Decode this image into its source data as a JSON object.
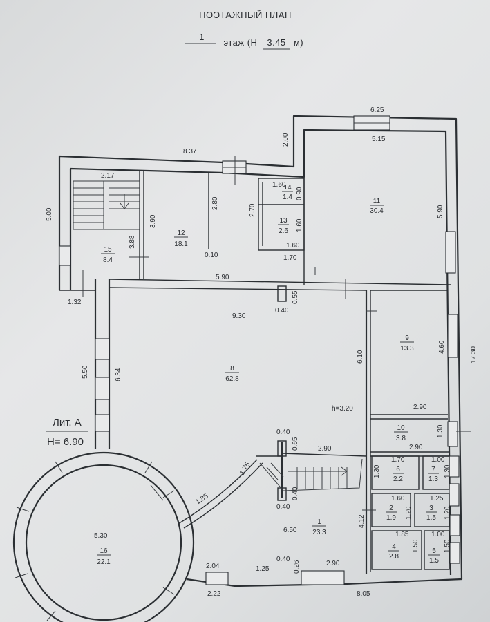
{
  "header": {
    "title": "ПОЭТАЖНЫЙ ПЛАН",
    "floor_number": "1",
    "floor_label": "этаж (Н",
    "height_value": "3.45",
    "height_unit": "м)"
  },
  "building": {
    "liter_label": "Лит. А",
    "height_label": "Н= 6.90"
  },
  "rooms": [
    {
      "number": "1",
      "area": "23.3"
    },
    {
      "number": "2",
      "area": "1.9"
    },
    {
      "number": "3",
      "area": "1.5"
    },
    {
      "number": "4",
      "area": "2.8"
    },
    {
      "number": "5",
      "area": "1.5"
    },
    {
      "number": "6",
      "area": "2.2"
    },
    {
      "number": "7",
      "area": "1.3"
    },
    {
      "number": "8",
      "area": "62.8"
    },
    {
      "number": "9",
      "area": "13.3"
    },
    {
      "number": "10",
      "area": "3.8"
    },
    {
      "number": "11",
      "area": "30.4"
    },
    {
      "number": "12",
      "area": "18.1"
    },
    {
      "number": "13",
      "area": "2.6"
    },
    {
      "number": "14",
      "area": "1.4"
    },
    {
      "number": "15",
      "area": "8.4"
    },
    {
      "number": "16",
      "area": "22.1"
    }
  ],
  "dimensions": {
    "d625": "6.25",
    "d515": "5.15",
    "d200": "2.00",
    "d837": "8.37",
    "d217": "2.17",
    "d500": "5.00",
    "d390": "3.90",
    "d388": "3.88",
    "d280": "2.80",
    "d010": "0.10",
    "d270": "2.70",
    "d160a": "1.60",
    "d090": "0.90",
    "d160b": "1.60",
    "d160c": "1.60",
    "d170": "1.70",
    "d590a": "5.90",
    "d590b": "5.90",
    "d132": "1.32",
    "d055": "0.55",
    "d040a": "0.40",
    "d930": "9.30",
    "d610": "6.10",
    "d460": "4.60",
    "d1730": "17.30",
    "d550": "5.50",
    "d634": "6.34",
    "d320": "h=3.20",
    "d290a": "2.90",
    "d130a": "1.30",
    "d290b": "2.90",
    "d040b": "0.40",
    "d065": "0.65",
    "d290c": "2.90",
    "d175": "1.75",
    "d170b": "1.70",
    "d100a": "1.00",
    "d130b": "1.30",
    "d130c": "1.30",
    "d040c": "0.40",
    "d185a": "1.85",
    "d160d": "1.60",
    "d125": "1.25",
    "d120a": "1.20",
    "d120b": "1.20",
    "d412": "4.12",
    "d185b": "1.85",
    "d100b": "1.00",
    "d150a": "1.50",
    "d150b": "1.50",
    "d530": "5.30",
    "d650": "6.50",
    "d204": "2.04",
    "d222": "2.22",
    "d125b": "1.25",
    "d040d": "0.40",
    "d026": "0.26",
    "d290d": "2.90",
    "d805": "8.05"
  }
}
